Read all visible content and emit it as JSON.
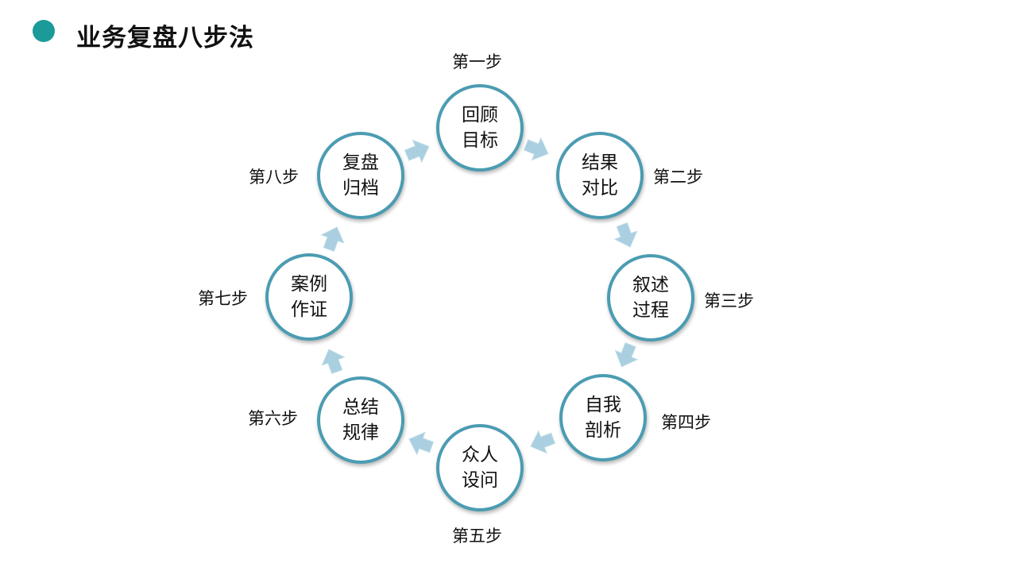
{
  "title": "业务复盘八步法",
  "accent_color": "#1a9b99",
  "circle_border_color": "#4b9cb2",
  "arrow_color": "#a9cfe0",
  "steps": [
    {
      "step": "第一步",
      "line1": "回顾",
      "line2": "目标"
    },
    {
      "step": "第二步",
      "line1": "结果",
      "line2": "对比"
    },
    {
      "step": "第三步",
      "line1": "叙述",
      "line2": "过程"
    },
    {
      "step": "第四步",
      "line1": "自我",
      "line2": "剖析"
    },
    {
      "step": "第五步",
      "line1": "众人",
      "line2": "设问"
    },
    {
      "step": "第六步",
      "line1": "总结",
      "line2": "规律"
    },
    {
      "step": "第七步",
      "line1": "案例",
      "line2": "作证"
    },
    {
      "step": "第八步",
      "line1": "复盘",
      "line2": "归档"
    }
  ]
}
